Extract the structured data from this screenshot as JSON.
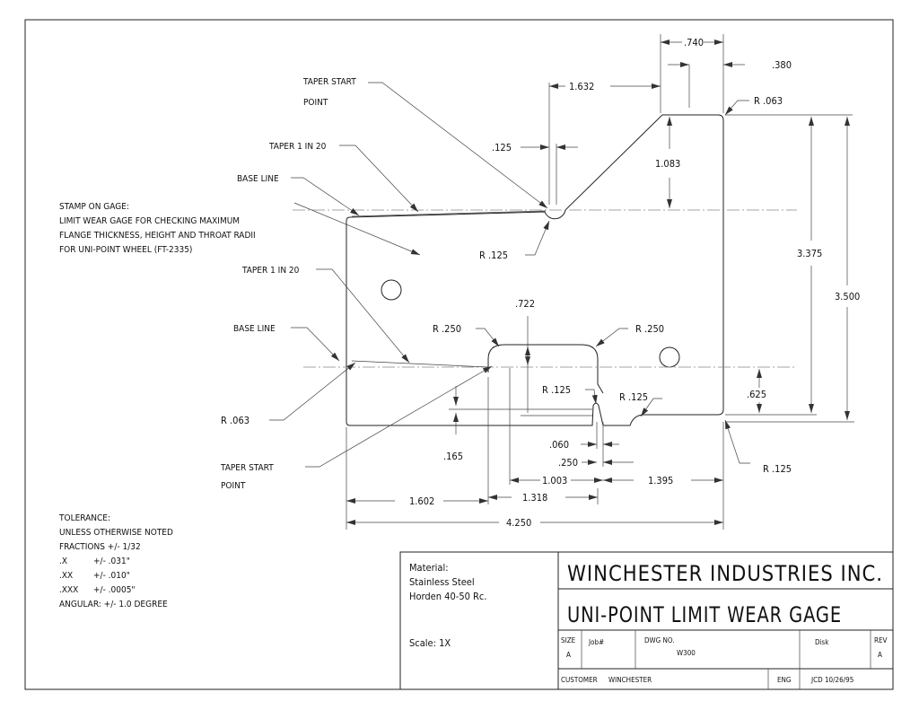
{
  "drawing": {
    "callouts": {
      "taper_start_top": [
        "TAPER START",
        "POINT"
      ],
      "taper_top": "TAPER 1 IN 20",
      "base_line_top": "BASE LINE",
      "stamp": [
        "STAMP ON GAGE:",
        "LIMIT WEAR GAGE FOR CHECKING MAXIMUM",
        "FLANGE THICKNESS, HEIGHT AND THROAT RADII",
        "FOR UNI-POINT WHEEL (FT-2335)"
      ],
      "taper_bottom": "TAPER 1 IN 20",
      "base_line_bottom": "BASE LINE",
      "taper_start_bottom": [
        "TAPER START",
        "POINT"
      ]
    },
    "dimensions": {
      "d740": ".740",
      "d380": ".380",
      "d1632": "1.632",
      "r063_top": "R .063",
      "d125": ".125",
      "d1083": "1.083",
      "r125_top": "R .125",
      "d3375": "3.375",
      "d3500": "3.500",
      "d722": ".722",
      "r250_left": "R .250",
      "r250_right": "R .250",
      "r125_mid_left": "R .125",
      "r125_mid_right": "R .125",
      "d625": ".625",
      "r063_left": "R .063",
      "d060": ".060",
      "d250": ".250",
      "d165": ".165",
      "d1003": "1.003",
      "d1395": "1.395",
      "r125_bottom": "R .125",
      "d1318": "1.318",
      "d1602": "1.602",
      "d4250": "4.250"
    }
  },
  "tolerance": {
    "title": "TOLERANCE:",
    "lines": [
      "UNLESS OTHERWISE NOTED",
      "FRACTIONS +/- 1/32"
    ],
    "rows": [
      {
        "key": ".X",
        "value": "+/- .031\""
      },
      {
        "key": ".XX",
        "value": "+/- .010\""
      },
      {
        "key": ".XXX",
        "value": "+/- .0005\""
      }
    ],
    "angular": "ANGULAR: +/- 1.0 DEGREE"
  },
  "title_block": {
    "material": [
      "Material:",
      "Stainless Steel",
      "Horden 40-50 Rc."
    ],
    "scale": "Scale: 1X",
    "company": "WINCHESTER INDUSTRIES INC.",
    "part_name": "UNI-POINT LIMIT WEAR GAGE",
    "size_label": "SIZE",
    "size_value": "A",
    "job_label": "Job#",
    "dwg_label": "DWG NO.",
    "dwg_value": "W300",
    "disk_label": "Disk",
    "rev_label": "REV",
    "rev_value": "A",
    "customer_label": "CUSTOMER",
    "customer_value": "WINCHESTER",
    "eng_label": "ENG",
    "eng_value": "JCD 10/26/95"
  }
}
